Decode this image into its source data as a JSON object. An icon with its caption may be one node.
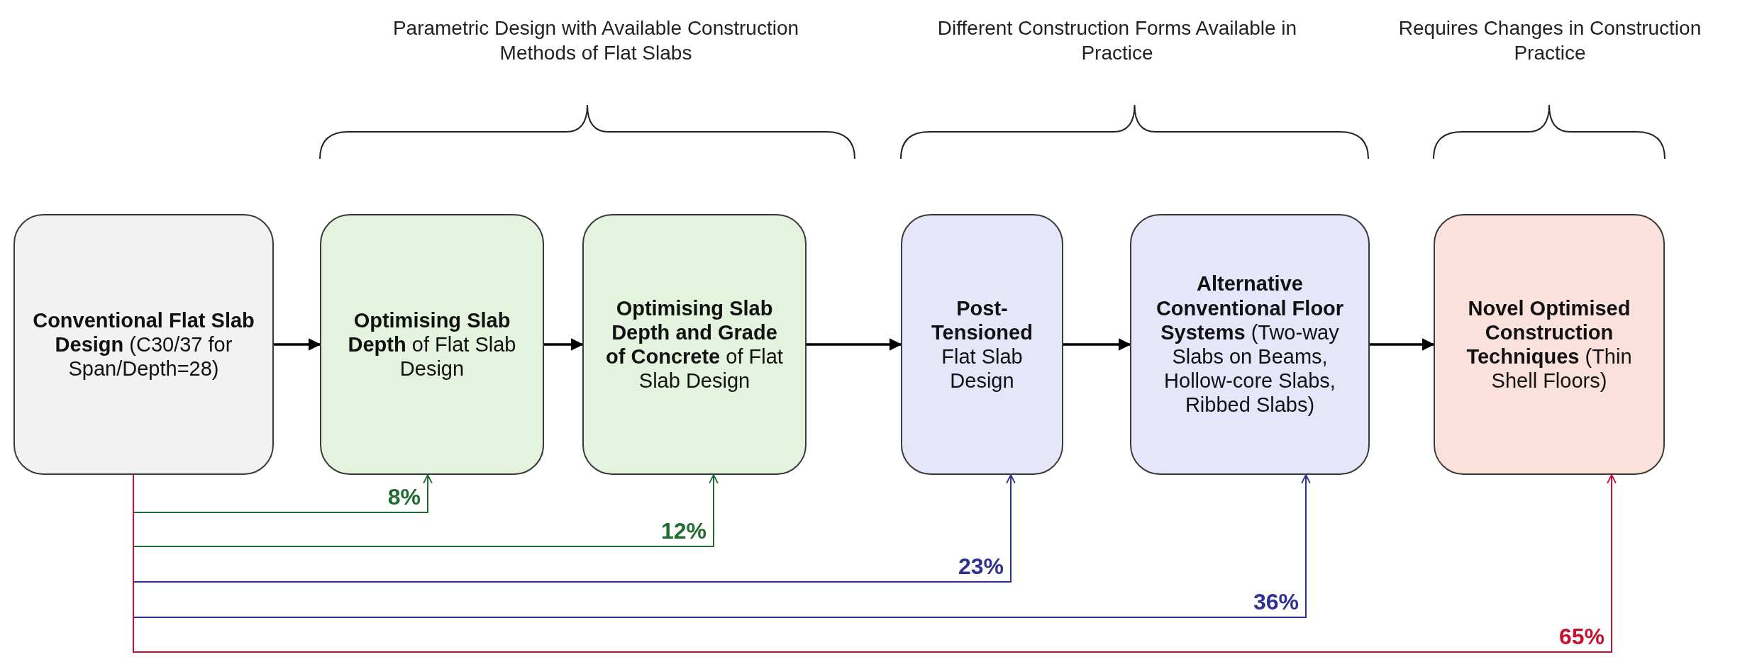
{
  "diagram": {
    "nodes": [
      {
        "text": [
          "**Conventional Flat Slab Design** (C30/37 for Span/Depth=28)"
        ]
      },
      {
        "text": [
          "**Optimising Slab Depth** of Flat Slab Design"
        ]
      },
      {
        "text": [
          "**Optimising Slab Depth and Grade of Concrete** of Flat Slab Design"
        ]
      },
      {
        "text": [
          "**Post-Tensioned** Flat Slab Design"
        ]
      },
      {
        "text": [
          "**Alternative Conventional Floor Systems** (Two-way Slabs on Beams, Hollow-core Slabs, Ribbed Slabs)"
        ]
      },
      {
        "text": [
          "**Novel Optimised Construction Techniques** (Thin Shell Floors)"
        ]
      }
    ],
    "edges": [
      {
        "from": 0,
        "to": 1,
        "arrow": "to"
      },
      {
        "from": 1,
        "to": 2,
        "arrow": "to"
      },
      {
        "from": 2,
        "to": 3,
        "arrow": "to"
      },
      {
        "from": 3,
        "to": 4,
        "arrow": "to"
      },
      {
        "from": 4,
        "to": 5,
        "arrow": "to"
      },
      {
        "from": 0,
        "to": 1,
        "arrow": "to",
        "label": "8%",
        "color": "#1f6b30"
      },
      {
        "from": 0,
        "to": 2,
        "arrow": "to",
        "label": "12%",
        "color": "#1f6b30"
      },
      {
        "from": 0,
        "to": 3,
        "arrow": "to",
        "label": "23%",
        "color": "#2e3192"
      },
      {
        "from": 0,
        "to": 4,
        "arrow": "to",
        "label": "36%",
        "color": "#2e3192"
      },
      {
        "from": 0,
        "to": 5,
        "arrow": "to",
        "label": "65%",
        "color": "#c8102e"
      }
    ],
    "labels": [
      "Parametric Design with Available Construction Methods of Flat Slabs",
      "Different Construction Forms Available in Practice",
      "Requires Changes in Construction Practice"
    ]
  }
}
